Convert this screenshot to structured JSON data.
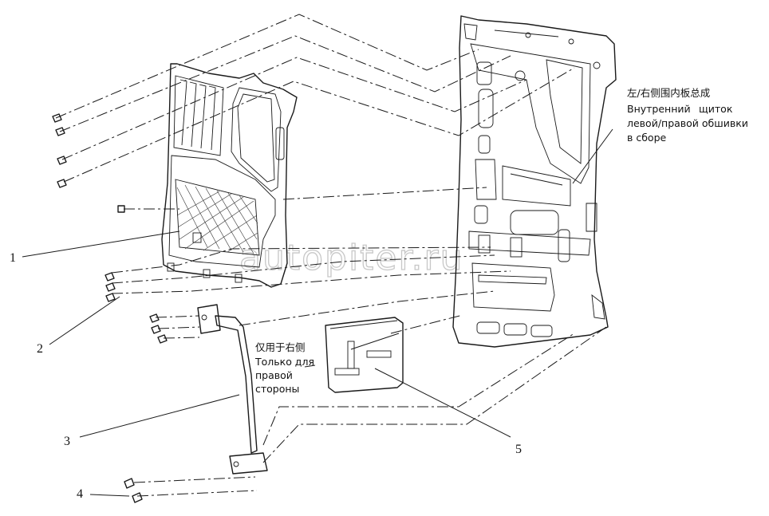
{
  "callouts": [
    "1",
    "2",
    "3",
    "4",
    "5"
  ],
  "assembly_note": {
    "zh": "左/右侧围内板总成",
    "ru_line1_a": "Внутренний",
    "ru_line1_b": "щиток",
    "ru_line2": "левой/правой обшивки",
    "ru_line3": "в сборе"
  },
  "right_side_note": {
    "zh": "仅用于右侧",
    "ru_line1": "Только для",
    "ru_line2": "правой",
    "ru_line3": "стороны"
  },
  "watermark": "autopiter.ru"
}
